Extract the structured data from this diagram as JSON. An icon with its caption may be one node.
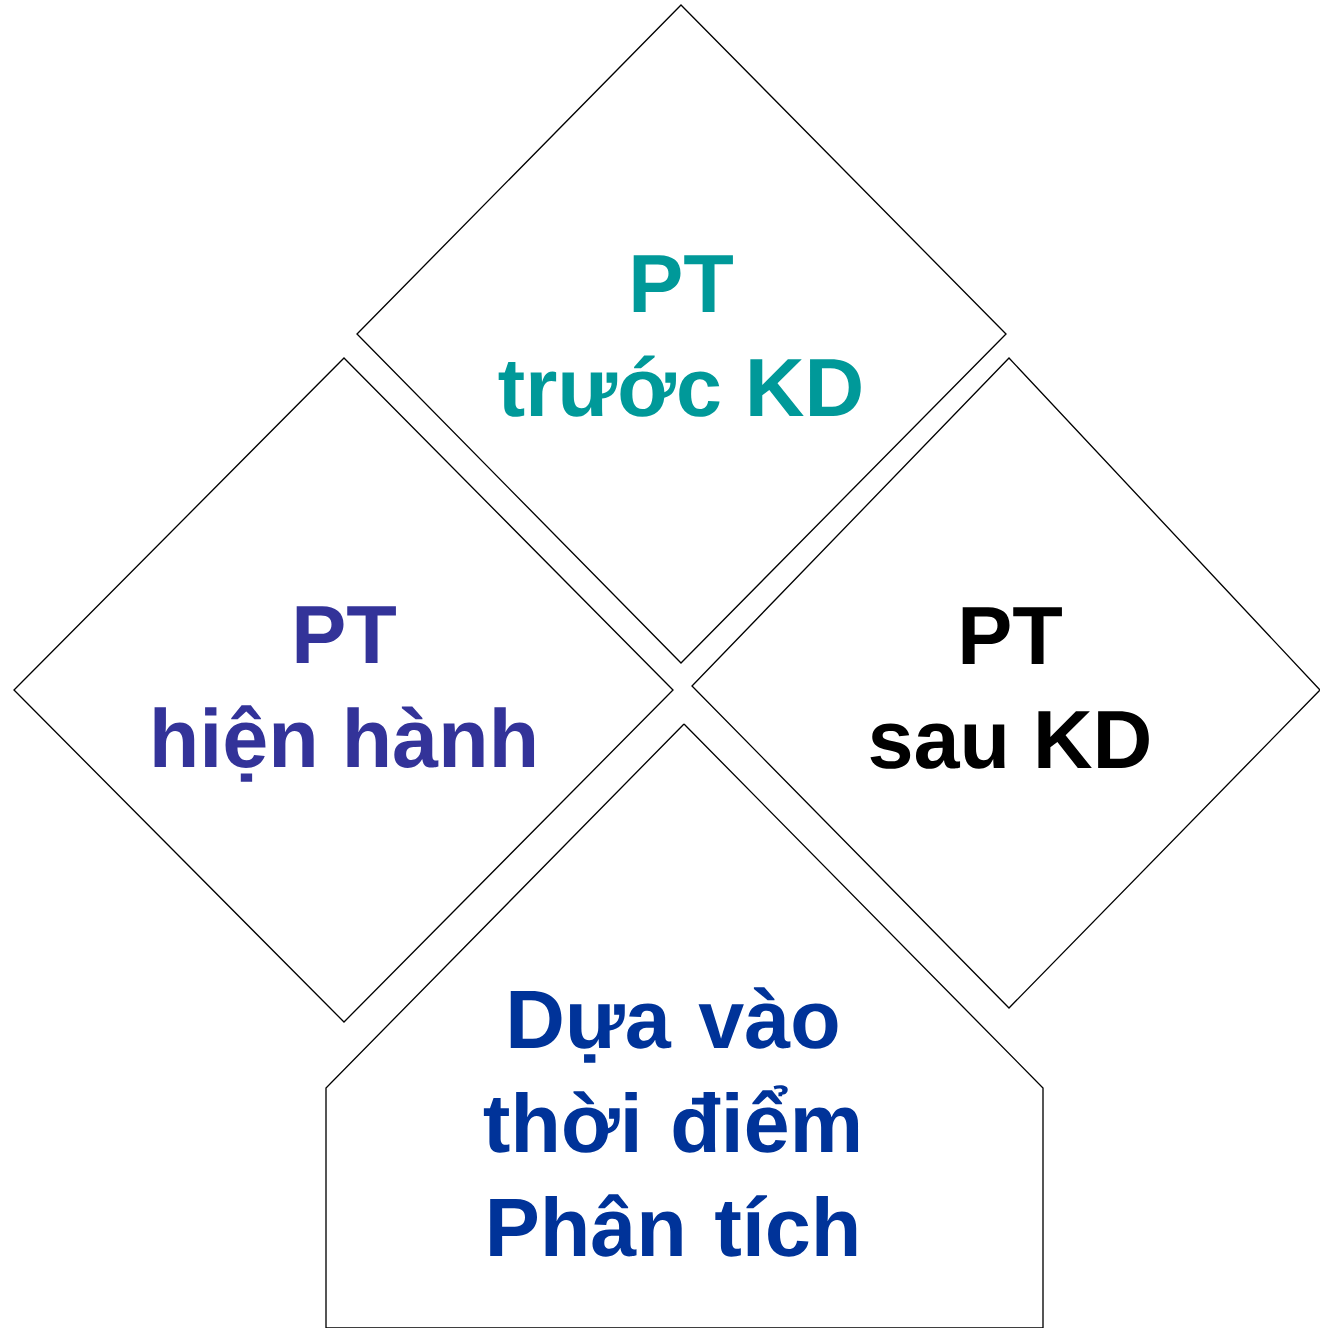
{
  "diagram": {
    "nodes": [
      {
        "text": [
          "PT",
          "trước KD"
        ]
      },
      {
        "text": [
          "PT",
          "hiện hành"
        ]
      },
      {
        "text": [
          "PT",
          "sau KD"
        ]
      },
      {
        "text": [
          "Dựa vào thời điểm Phân tích"
        ]
      }
    ]
  }
}
